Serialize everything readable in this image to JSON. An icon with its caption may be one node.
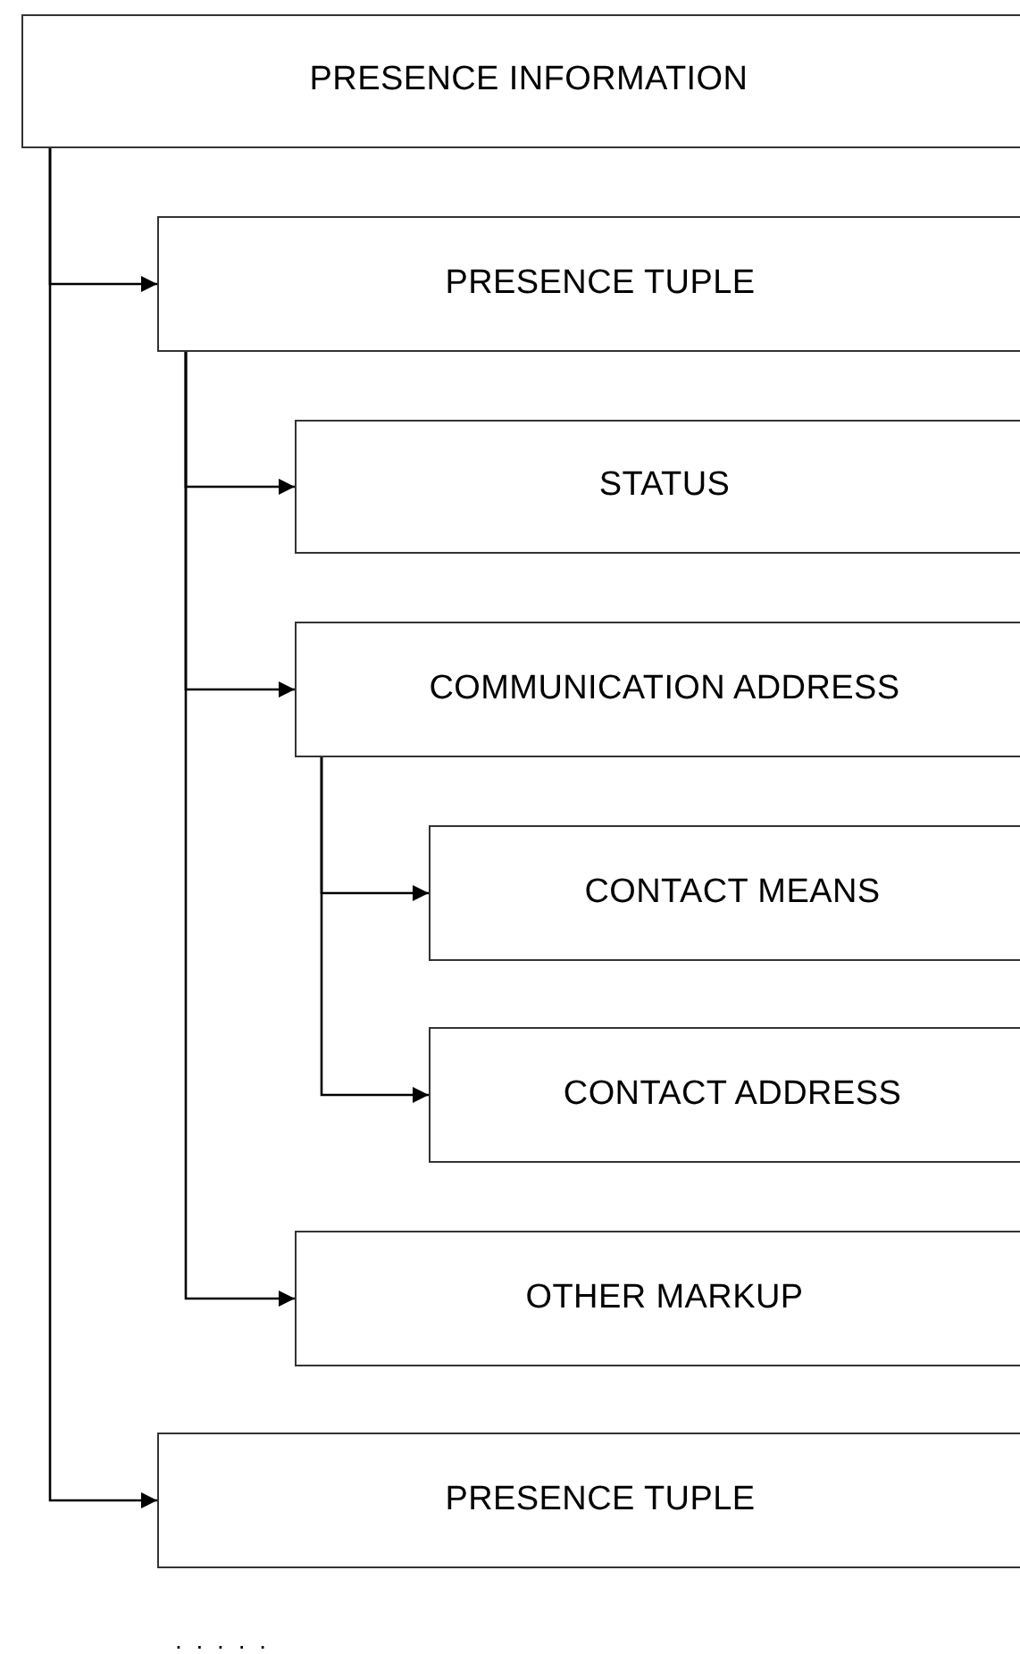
{
  "diagram": {
    "nodes": [
      {
        "text": [
          "PRESENCE INFORMATION"
        ]
      },
      {
        "text": [
          "PRESENCE TUPLE"
        ]
      },
      {
        "text": [
          "STATUS"
        ]
      },
      {
        "text": [
          "COMMUNICATION ADDRESS"
        ]
      },
      {
        "text": [
          "CONTACT MEANS"
        ]
      },
      {
        "text": [
          "CONTACT ADDRESS"
        ]
      },
      {
        "text": [
          "OTHER MARKUP"
        ]
      },
      {
        "text": [
          "PRESENCE TUPLE"
        ]
      }
    ],
    "edges": [
      {
        "from": 0,
        "to": 1,
        "arrow": "to"
      },
      {
        "from": 1,
        "to": 2,
        "arrow": "to"
      },
      {
        "from": 1,
        "to": 3,
        "arrow": "to"
      },
      {
        "from": 3,
        "to": 4,
        "arrow": "to"
      },
      {
        "from": 3,
        "to": 5,
        "arrow": "to"
      },
      {
        "from": 1,
        "to": 6,
        "arrow": "to"
      },
      {
        "from": 0,
        "to": 7,
        "arrow": "to"
      }
    ],
    "labels": [
      ". . . . ."
    ]
  }
}
